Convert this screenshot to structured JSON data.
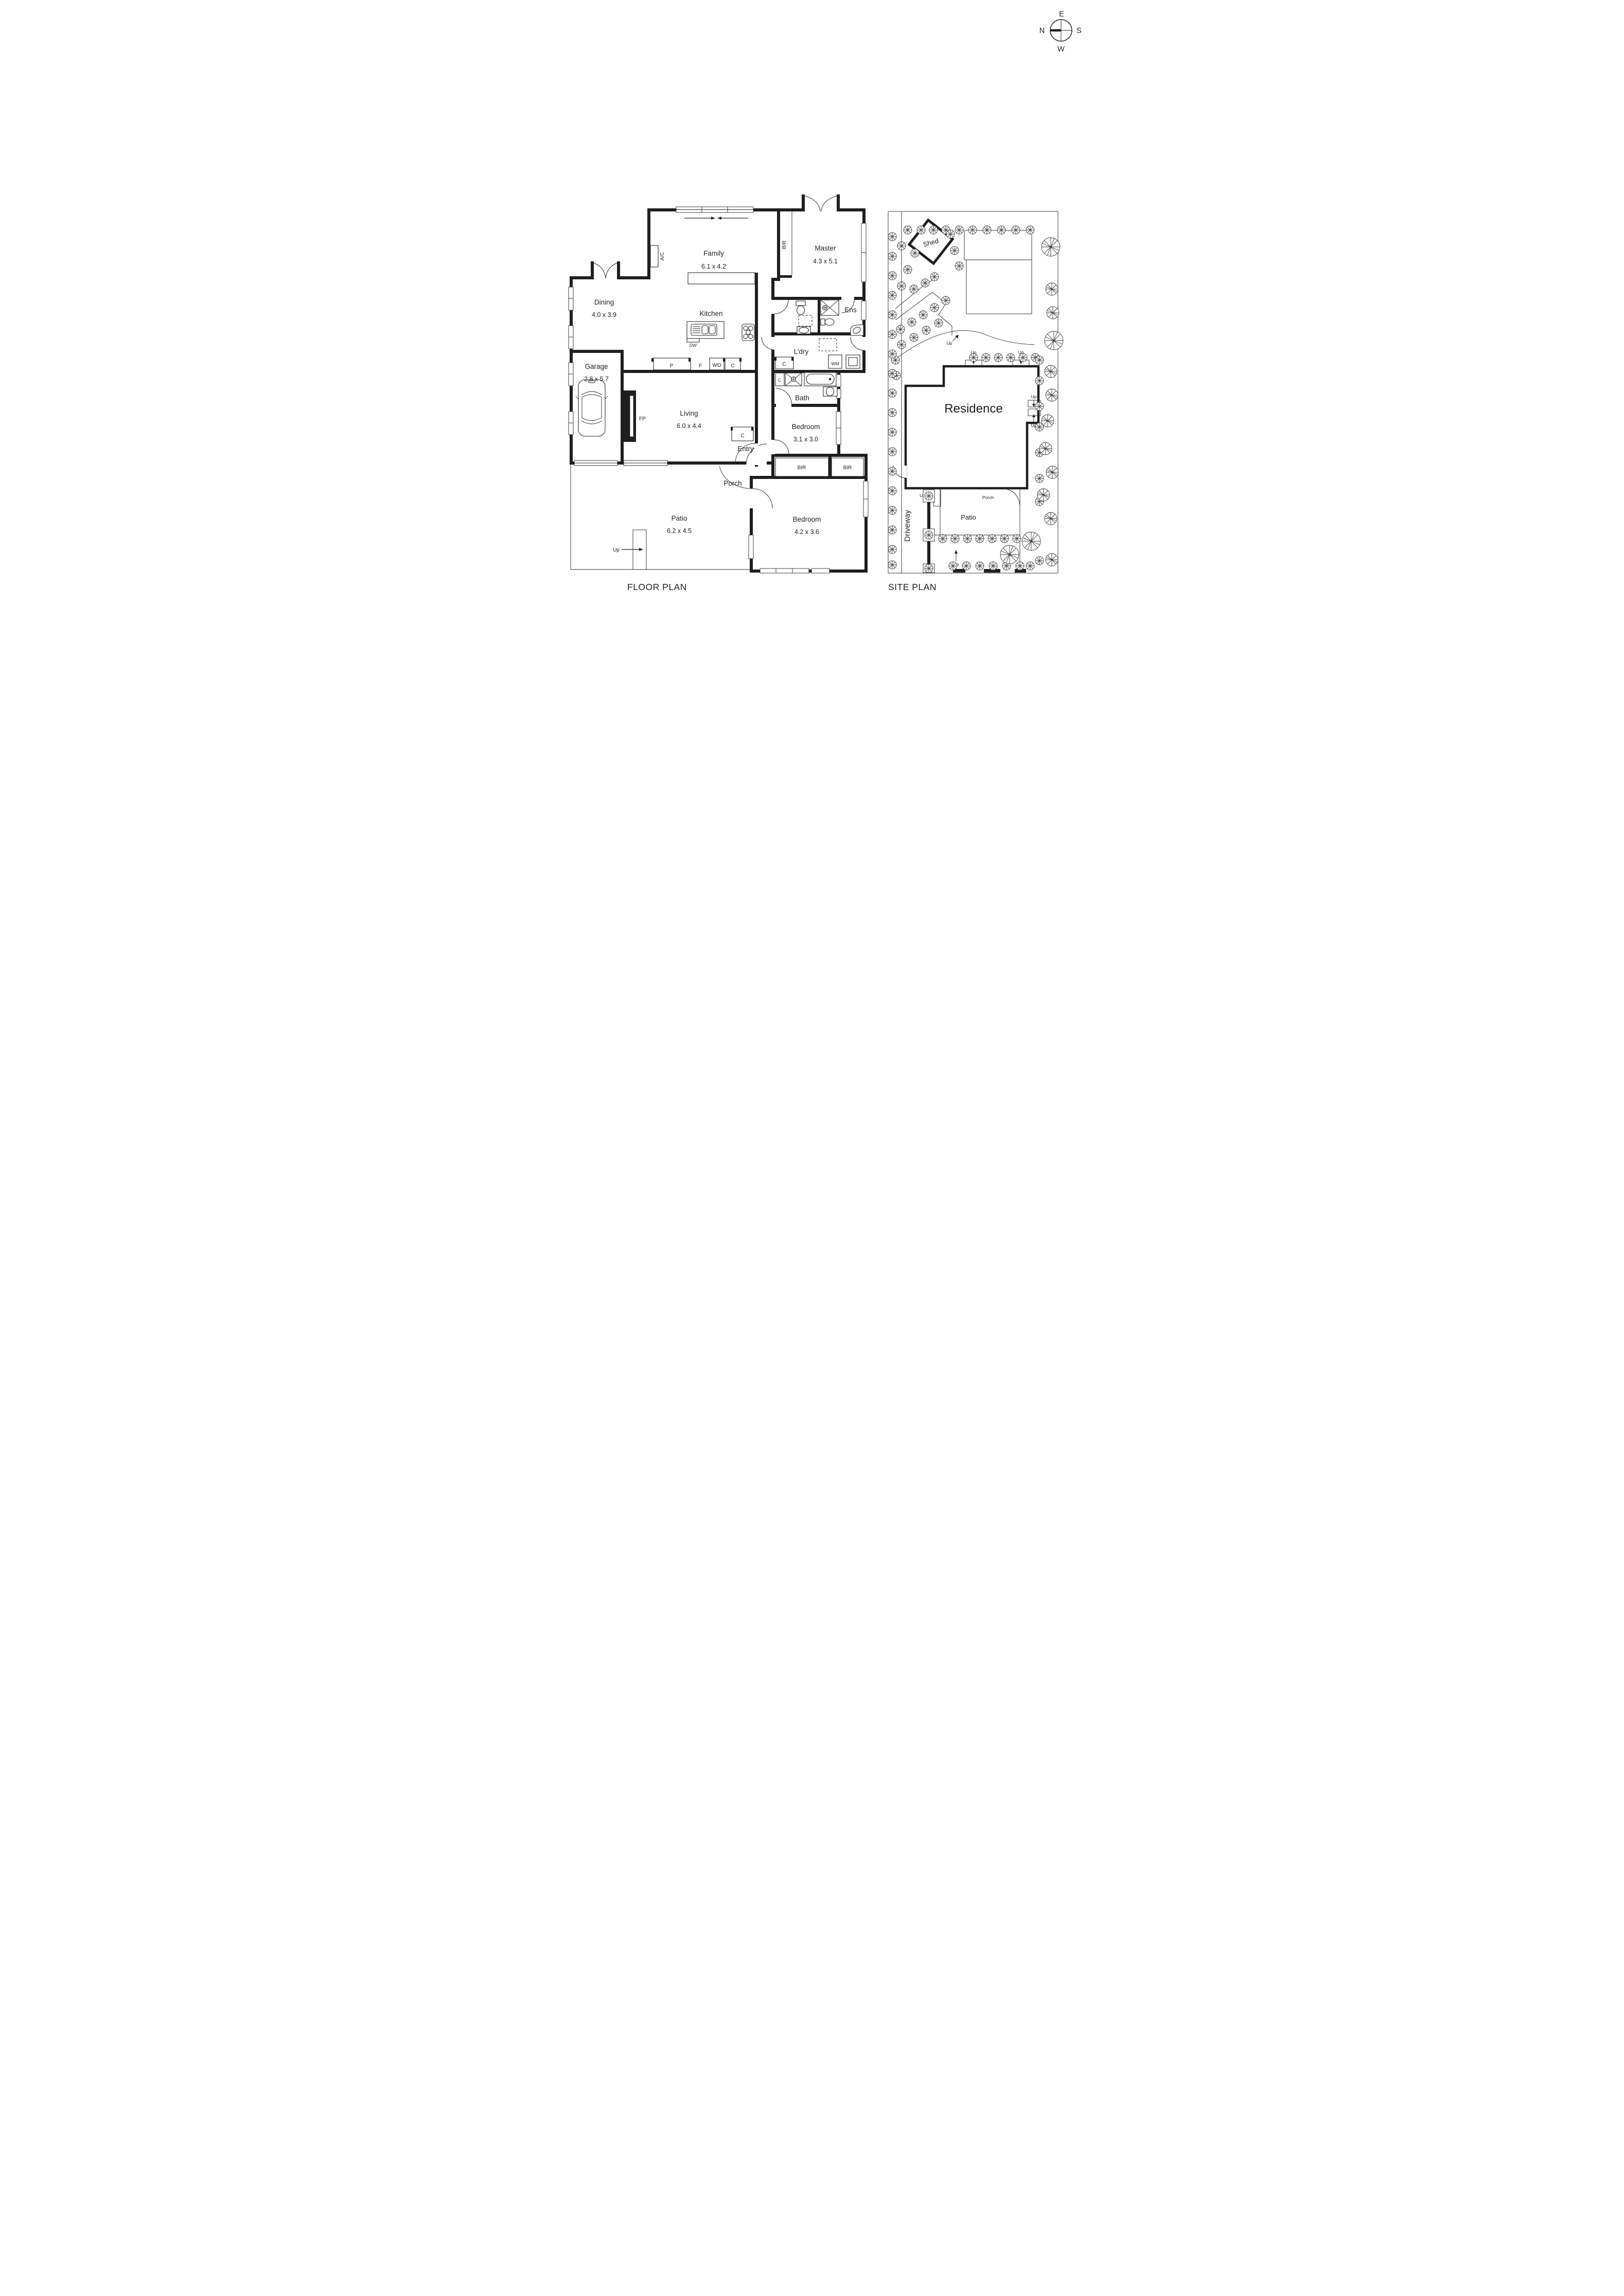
{
  "compass": {
    "east": "E",
    "north": "N",
    "south": "S",
    "west": "W"
  },
  "floor_plan": {
    "title": "FLOOR PLAN",
    "rooms": {
      "family": {
        "name": "Family",
        "dims": "6.1 x 4.2"
      },
      "master": {
        "name": "Master",
        "dims": "4.3 x 5.1"
      },
      "dining": {
        "name": "Dining",
        "dims": "4.0 x 3.9"
      },
      "kitchen": {
        "name": "Kitchen"
      },
      "garage": {
        "name": "Garage",
        "dims": "2.8 x 5.7"
      },
      "living": {
        "name": "Living",
        "dims": "6.0 x 4.4"
      },
      "laundry": {
        "name": "L’dry"
      },
      "ensuite": {
        "name": "Ens"
      },
      "bath": {
        "name": "Bath"
      },
      "bedroom2": {
        "name": "Bedroom",
        "dims": "3.1 x 3.0"
      },
      "bedroom3": {
        "name": "Bedroom",
        "dims": "4.2 x 3.6"
      },
      "entry": {
        "name": "Entry"
      },
      "porch": {
        "name": "Porch"
      },
      "patio": {
        "name": "Patio",
        "dims": "6.2 x 4.5"
      }
    },
    "labels": {
      "air_conditioner": "A/C",
      "built_in_robe": "BIR",
      "dishwasher": "DW",
      "pantry": "P",
      "fridge": "F",
      "wall_oven": "WO",
      "cupboard": "C",
      "washing_machine": "WM",
      "fireplace": "FP",
      "up": "Up"
    }
  },
  "site_plan": {
    "title": "SITE PLAN",
    "labels": {
      "shed": "Shed",
      "residence": "Residence",
      "patio": "Patio",
      "porch": "Porch",
      "driveway": "Driveway",
      "up": "Up"
    }
  }
}
